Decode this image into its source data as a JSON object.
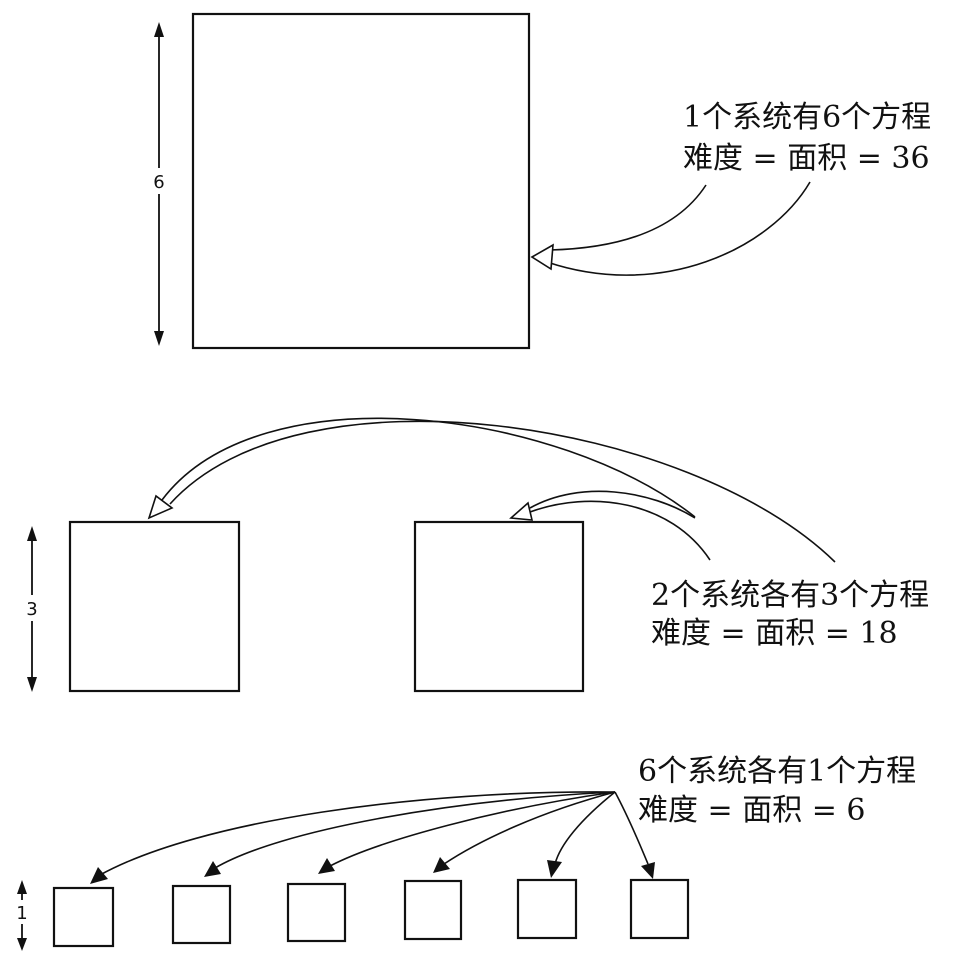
{
  "panels": [
    {
      "dimension": "6",
      "caption_line1": "1个系统有6个方程",
      "caption_line2": "难度 = 面积 = 36"
    },
    {
      "dimension": "3",
      "caption_line1": "2个系统各有3个方程",
      "caption_line2": "难度 = 面积 = 18"
    },
    {
      "dimension": "1",
      "caption_line1": "6个系统各有1个方程",
      "caption_line2": "难度 = 面积 = 6"
    }
  ]
}
